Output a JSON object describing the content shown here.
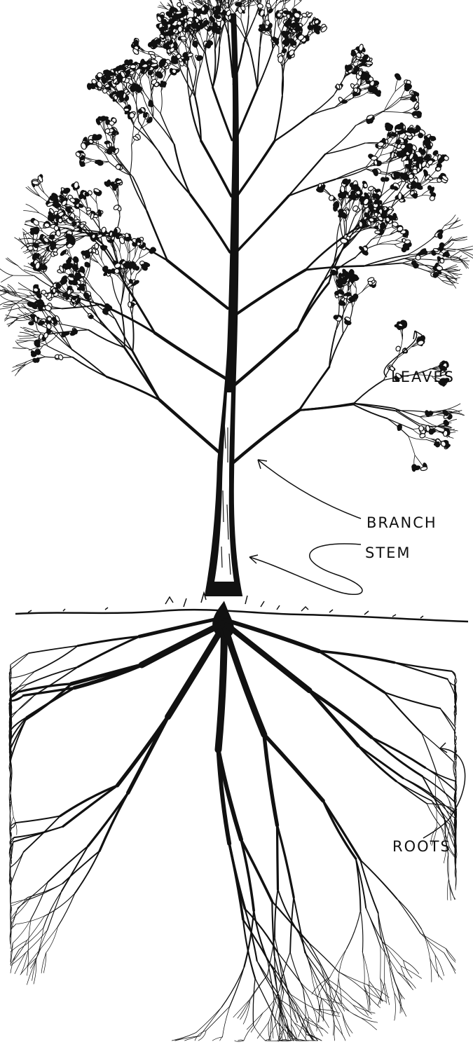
{
  "labels": {
    "leaves": "LEAVES",
    "branch": "BRANCH",
    "stem": "STEM",
    "roots": "ROOTS"
  },
  "colors": {
    "ink": "#111111",
    "paper": "#ffffff"
  },
  "icons": {
    "leaves": "leaf-cluster-icon",
    "pointer": "arrow-icon"
  }
}
